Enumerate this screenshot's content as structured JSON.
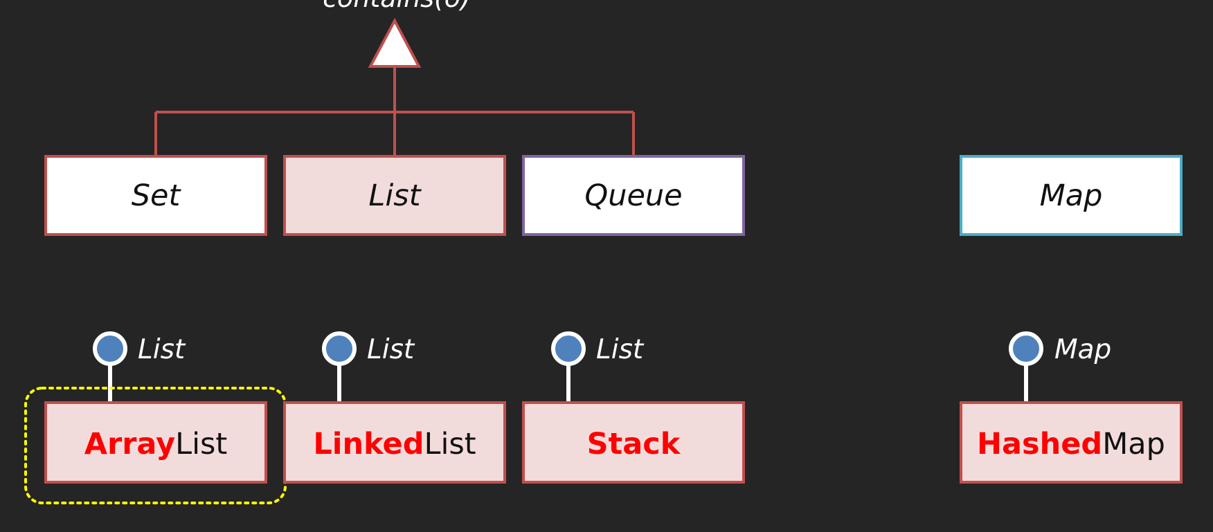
{
  "colors": {
    "background": "#252525",
    "line": "#c0504d",
    "box_pink_fill": "#f2dcdb",
    "box_white_fill": "#ffffff",
    "box_red_border": "#c0504d",
    "box_purple_border": "#8064a2",
    "box_teal_border": "#4bacc6",
    "highlight_text": "#ff0000",
    "interface_dot": "#4f81bd",
    "selection_outline": "#ffff00"
  },
  "top_label": "contains(o)",
  "interfaces": {
    "set": "Set",
    "list": "List",
    "queue": "Queue",
    "map": "Map"
  },
  "classes": {
    "arraylist": {
      "highlight": "Array",
      "rest": "List",
      "implements": "List"
    },
    "linkedlist": {
      "highlight": "Linked",
      "rest": "List",
      "implements": "List"
    },
    "stack": {
      "highlight": "Stack",
      "rest": "",
      "implements": "List"
    },
    "hashedmap": {
      "highlight": "Hashed",
      "rest": "Map",
      "implements": "Map"
    }
  }
}
